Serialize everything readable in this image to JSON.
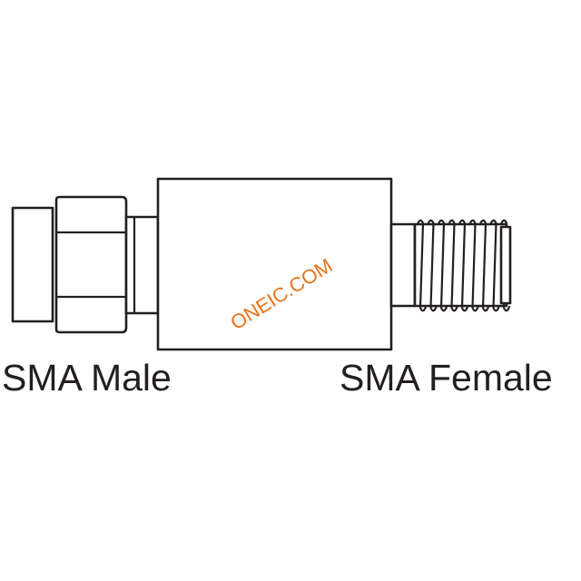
{
  "labels": {
    "left": "SMA Male",
    "right": "SMA Female"
  },
  "watermark": "ONEIC.COM",
  "colors": {
    "line": "#231f20",
    "watermark": "#e8731a",
    "background": "#ffffff"
  }
}
